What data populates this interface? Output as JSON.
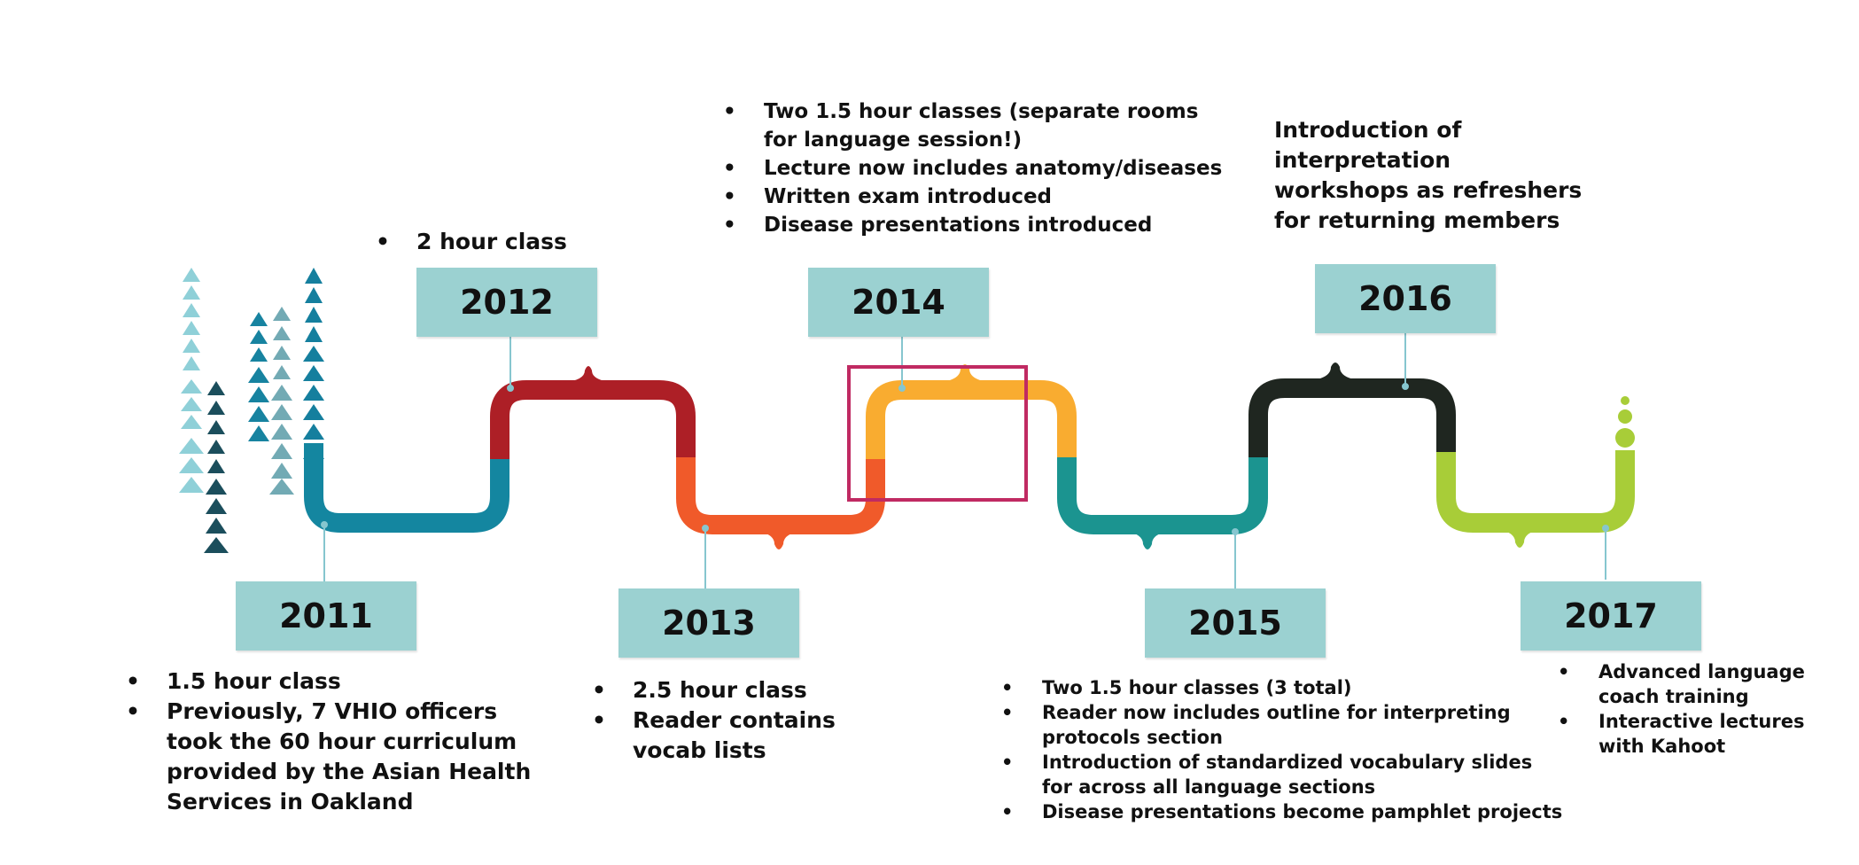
{
  "timeline": {
    "milestones": [
      {
        "year": "2011",
        "notes": [
          "1.5 hour class",
          "Previously, 7 VHIO officers took the 60 hour curriculum provided by the Asian Health Services in Oakland"
        ]
      },
      {
        "year": "2012",
        "notes": [
          "2 hour class"
        ]
      },
      {
        "year": "2013",
        "notes": [
          "2.5 hour class",
          "Reader contains vocab lists"
        ]
      },
      {
        "year": "2014",
        "notes": [
          "Two 1.5 hour classes (separate rooms for language session!)",
          "Lecture now includes anatomy/diseases",
          "Written exam introduced",
          "Disease presentations introduced"
        ]
      },
      {
        "year": "2015",
        "notes": [
          "Two 1.5 hour classes (3 total)",
          "Reader now includes outline for interpreting protocols section",
          "Introduction of standardized vocabulary slides for across all language sections",
          "Disease presentations become pamphlet projects"
        ]
      },
      {
        "year": "2016",
        "paragraph": "Introduction of interpretation workshops as refreshers for returning members"
      },
      {
        "year": "2017",
        "notes": [
          "Advanced language coach training",
          "Interactive lectures with Kahoot"
        ]
      }
    ]
  },
  "colors": {
    "year_box": "#9bd1d1",
    "path_2011": "#1486a0",
    "path_2012": "#ad1f26",
    "path_2013": "#f05a2a",
    "path_2014": "#f9ac30",
    "path_2015": "#1b9490",
    "path_2016": "#1f2620",
    "path_2017": "#a8cd38",
    "highlight_box": "#c02a62",
    "connector": "#86c6cf"
  }
}
